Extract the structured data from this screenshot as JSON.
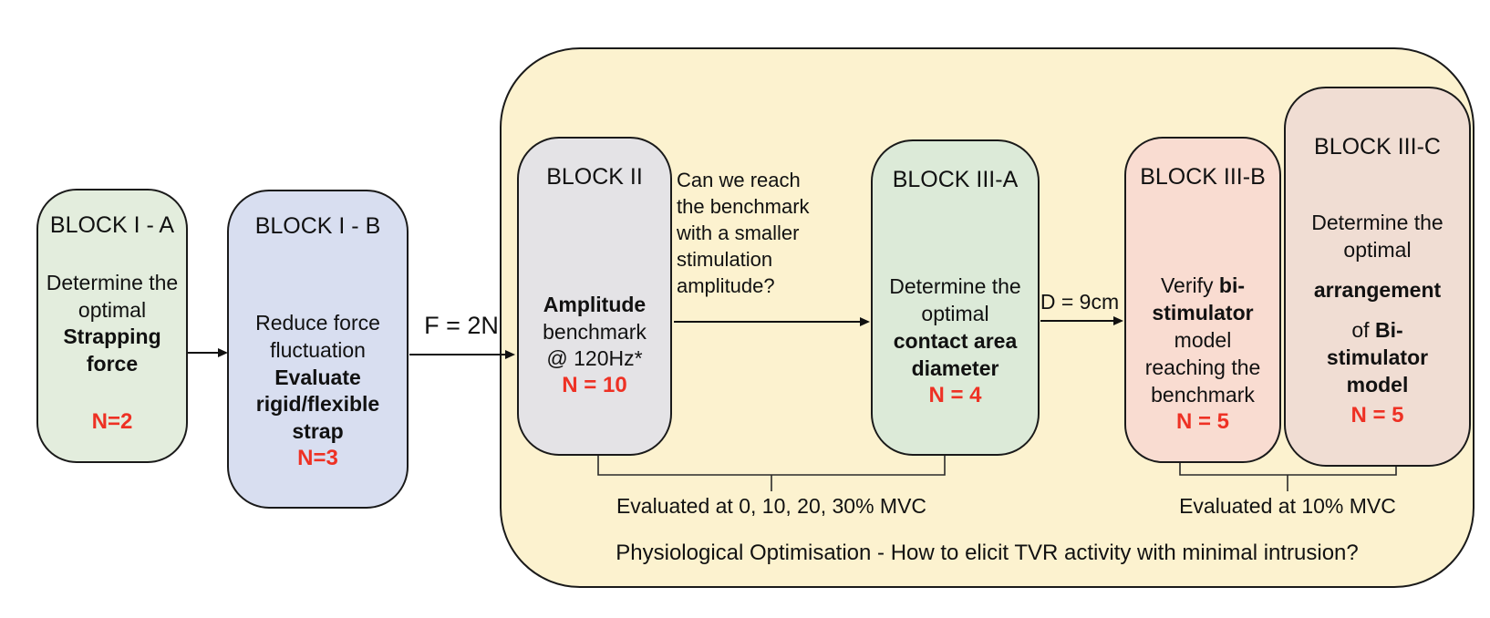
{
  "blocks": {
    "b1a": {
      "title": "BLOCK I - A",
      "body": "Determine the optimal",
      "body_bold": "Strapping force",
      "n": "N=2"
    },
    "b1b": {
      "title": "BLOCK I - B",
      "body": "Reduce force fluctuation",
      "body_bold": "Evaluate rigid/flexible strap",
      "n": "N=3"
    },
    "b2": {
      "title": "BLOCK II",
      "body_bold": "Amplitude",
      "body_line2": "benchmark",
      "body_line3": "@ 120Hz*",
      "n": "N = 10"
    },
    "b3a": {
      "title": "BLOCK III-A",
      "body": "Determine the optimal",
      "body_bold": "contact area diameter",
      "n": "N = 4"
    },
    "b3b": {
      "title": "BLOCK III-B",
      "seg1": "Verify ",
      "seg2_bold": "bi-stimulator",
      "seg3": " model reaching the benchmark",
      "n": "N = 5"
    },
    "b3c": {
      "title": "BLOCK III-C",
      "p1": "Determine the optimal",
      "p2_bold": "arrangement",
      "p3a": "of ",
      "p3b_bold": "Bi-stimulator model",
      "n": "N = 5"
    }
  },
  "labels": {
    "arrow_f": "F = 2N",
    "arrow_d": "D = 9cm",
    "question": "Can we reach the benchmark with a smaller stimulation amplitude?",
    "brace_left": "Evaluated at 0, 10, 20, 30% MVC",
    "brace_right": "Evaluated at 10% MVC",
    "container_caption": "Physiological Optimisation - How to elicit TVR activity with minimal intrusion?"
  },
  "colors": {
    "block_1a_fill": "#e3eddd",
    "block_1b_fill": "#d8def0",
    "block_2_fill": "#e4e3e6",
    "block_3a_fill": "#dcead8",
    "block_3b_fill": "#f9dcd1",
    "block_3c_fill": "#f0ddd3",
    "container_fill": "#fcf2cf",
    "n_red": "#ee3124",
    "border": "#1a1a1a"
  }
}
